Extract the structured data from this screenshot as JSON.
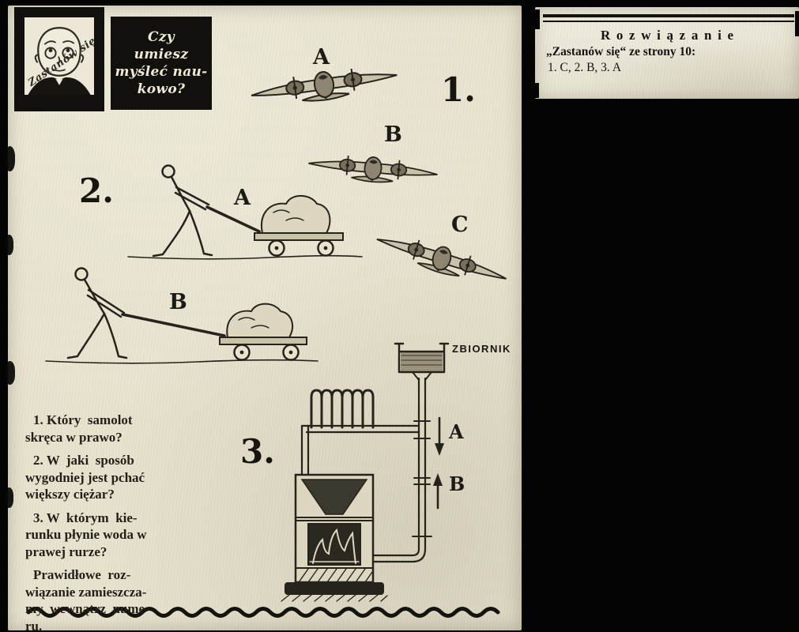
{
  "scan": {
    "background_color": "#000000",
    "paper_color": "#e8e3cf",
    "ink_color": "#211f18"
  },
  "left_clipping": {
    "badge": {
      "caption": "Zastanów się"
    },
    "title_box": {
      "lines": [
        "Czy",
        "umiesz",
        "myśleć nau-",
        "kowo?"
      ]
    },
    "puzzle1": {
      "number": "1.",
      "plane_labels": [
        "A",
        "B",
        "C"
      ]
    },
    "puzzle2": {
      "number": "2.",
      "cart_labels": [
        "A",
        "B"
      ]
    },
    "puzzle3": {
      "number": "3.",
      "tank_label": "ZBIORNIK",
      "flow_labels": [
        "A",
        "B"
      ]
    },
    "questions": [
      {
        "lines": [
          "1. Który  samolot",
          "skręca w prawo?"
        ]
      },
      {
        "lines": [
          "2. W  jaki  sposób",
          "wygodniej jest pchać",
          "większy ciężar?"
        ]
      },
      {
        "lines": [
          "3. W  którym  kie-",
          "runku płynie woda w",
          "prawej rurze?"
        ]
      }
    ],
    "solution_note": {
      "lines": [
        "Prawidłowe  roz-",
        "wiązanie zamieszcza-",
        "my  wewnątrz  nume-",
        "ru."
      ]
    }
  },
  "right_clipping": {
    "title": "Rozwiązanie",
    "reference": "„Zastanów się“ ze strony 10:",
    "answers": "1. C, 2. B, 3. A"
  }
}
